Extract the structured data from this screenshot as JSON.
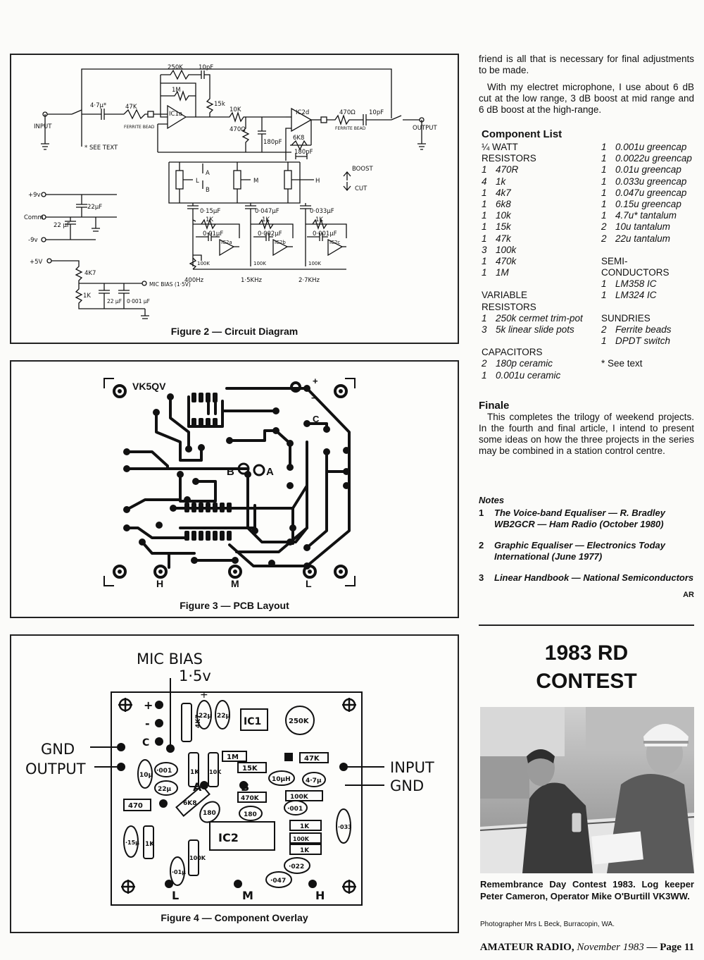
{
  "figure2": {
    "caption": "Figure 2 — Circuit Diagram",
    "labels": {
      "input": "INPUT",
      "output": "OUTPUT",
      "see_text": "* SEE TEXT",
      "ferrite_bead": "FERRITE BEAD",
      "boost": "BOOST",
      "cut": "CUT",
      "c_4u7": "4·7μ*",
      "r_47k": "47K",
      "r_250k": "250K",
      "c_10pf_a": "10pF",
      "r_1m": "1M",
      "r_15k": "15k",
      "ic1a": "IC1a",
      "r_10k": "10K",
      "r_470r_mid": "470Ω",
      "c_180pf_a": "180pF",
      "ic2d": "IC2d",
      "r_6k8": "6K8",
      "c_180pf_b": "180pF",
      "r_470r": "470Ω",
      "c_10pf_b": "10pF",
      "node_a": "A",
      "node_b": "B",
      "node_l": "L",
      "node_m": "M",
      "node_h": "H",
      "c_015": "0·15μF",
      "c_0047": "0·047μF",
      "c_0033": "0·033μF",
      "c_001": "0·01μF",
      "c_0002": "0·002μF",
      "c_0001": "0·001μF",
      "r_1k": "1K",
      "r_100k": "100K",
      "ic2a": "IC2a",
      "ic2b": "IC2b",
      "ic2c": "IC2c",
      "f_400": "400Hz",
      "f_1k5": "1·5KHz",
      "f_2k7": "2·7KHz",
      "p9v": "+9v",
      "comm": "Comm",
      "m9v": "-9v",
      "c_22uf": "22μF",
      "c_22_pf": "22 μF",
      "p5v": "+5V",
      "r_4k7": "4K7",
      "mic_bias": "MIC BIAS (1·5V)",
      "c_22_pf2": "22 μF",
      "c_0001_pf": "0·001 μF"
    }
  },
  "figure3": {
    "caption": "Figure 3 — PCB Layout",
    "labels": {
      "callsign": "VK5QV",
      "plus": "+",
      "minus": "−",
      "c": "C",
      "a": "A",
      "b": "B",
      "h": "H",
      "m": "M",
      "l": "L"
    }
  },
  "figure4": {
    "caption": "Figure 4 — Component Overlay",
    "labels": {
      "mic_bias": "MIC BIAS",
      "mic_bias_v": "1·5v",
      "gnd_left": "GND",
      "output": "OUTPUT",
      "input": "INPUT",
      "gnd_right": "GND",
      "plus": "+",
      "minus": "-",
      "c": "C",
      "a": "A",
      "b": "B",
      "l": "L",
      "m": "M",
      "h": "H",
      "ic1": "IC1",
      "ic2": "IC2",
      "p250k": "250K",
      "r4k7": "4K7",
      "c22u_a": "22μ",
      "c22u_b": "22μ",
      "r1m": "1M",
      "r15k": "15K",
      "r47k": "47K",
      "r1k_a": "1K",
      "r10k": "10K",
      "c10p": "10μ",
      "c001": "·001",
      "c22u_c": "22μ",
      "r470": "470",
      "r6k8": "6K8",
      "c180_a": "180",
      "c180_b": "180",
      "r470k": "470K",
      "c10ph": "10μH",
      "r100k_a": "100K",
      "c4u7": "4·7μ",
      "c001b": "·001",
      "r1k_b": "1K",
      "r100k_b": "100K",
      "r1k_c": "1K",
      "c022": "·022",
      "c047": "·047",
      "c15p": "·15μ",
      "r1k_d": "1K",
      "c01u": "·01μ",
      "r100k_c": "100K",
      "c033": "·033"
    }
  },
  "intro": {
    "p1": "friend is all that is necessary for final adjustments to be made.",
    "p2": "With my electret microphone, I use about 6 dB cut at the low range, 3 dB boost at mid range and 6 dB boost at the high-range."
  },
  "component_list": {
    "heading": "Component List",
    "left": {
      "watt": "¼ WATT",
      "resistors": "RESISTORS",
      "resistor_items": [
        {
          "q": "1",
          "v": "470R"
        },
        {
          "q": "4",
          "v": "1k"
        },
        {
          "q": "1",
          "v": "4k7"
        },
        {
          "q": "1",
          "v": "6k8"
        },
        {
          "q": "1",
          "v": "10k"
        },
        {
          "q": "1",
          "v": "15k"
        },
        {
          "q": "1",
          "v": "47k"
        },
        {
          "q": "3",
          "v": "100k"
        },
        {
          "q": "1",
          "v": "470k"
        },
        {
          "q": "1",
          "v": "1M"
        }
      ],
      "variable": "VARIABLE",
      "variable2": "RESISTORS",
      "variable_items": [
        {
          "q": "1",
          "v": "250k cermet trim-pot"
        },
        {
          "q": "3",
          "v": "5k linear slide pots"
        }
      ],
      "capacitors": "CAPACITORS",
      "capacitor_items": [
        {
          "q": "2",
          "v": "180p ceramic"
        },
        {
          "q": "1",
          "v": "0.001u ceramic"
        }
      ]
    },
    "right": {
      "cap_items": [
        {
          "q": "1",
          "v": "0.001u greencap"
        },
        {
          "q": "1",
          "v": "0.0022u greencap"
        },
        {
          "q": "1",
          "v": "0.01u greencap"
        },
        {
          "q": "1",
          "v": "0.033u greencap"
        },
        {
          "q": "1",
          "v": "0.047u greencap"
        },
        {
          "q": "1",
          "v": "0.15u greencap"
        },
        {
          "q": "1",
          "v": "4.7u* tantalum"
        },
        {
          "q": "2",
          "v": "10u tantalum"
        },
        {
          "q": "2",
          "v": "22u tantalum"
        }
      ],
      "semi": "SEMI-",
      "semi2": "CONDUCTORS",
      "semi_items": [
        {
          "q": "1",
          "v": "LM358 IC"
        },
        {
          "q": "1",
          "v": "LM324 IC"
        }
      ],
      "sundries": "SUNDRIES",
      "sundry_items": [
        {
          "q": "2",
          "v": "Ferrite beads"
        },
        {
          "q": "1",
          "v": "DPDT switch"
        }
      ],
      "see_text": "* See text"
    }
  },
  "finale": {
    "heading": "Finale",
    "text": "This completes the trilogy of weekend projects. In the fourth and final article, I intend to present some ideas on how the three projects in the series may be combined in a station control centre."
  },
  "notes": {
    "heading": "Notes",
    "items": [
      {
        "n": "1",
        "t": "The Voice-band Equaliser — R. Bradley WB2GCR — Ham Radio (October 1980)"
      },
      {
        "n": "2",
        "t": "Graphic Equaliser — Electronics Today International (June 1977)"
      },
      {
        "n": "3",
        "t": "Linear Handbook — National Semiconductors"
      }
    ],
    "sig": "AR"
  },
  "contest": {
    "title1": "1983 RD",
    "title2": "CONTEST",
    "caption": "Remembrance Day Contest 1983. Log keeper Peter Cameron, Operator Mike O'Burtill VK3WW.",
    "credit": "Photographer Mrs L Beck, Burracopin, WA."
  },
  "footer": {
    "mag": "AMATEUR RADIO,",
    "date": "November 1983",
    "page": "— Page 11"
  }
}
